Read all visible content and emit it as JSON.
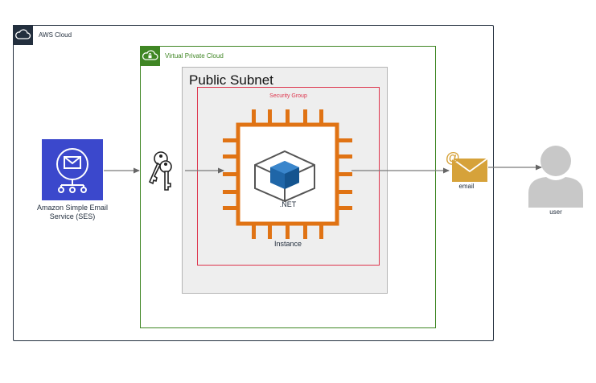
{
  "containers": {
    "aws_cloud": {
      "title": "AWS Cloud",
      "icon": "cloud-icon",
      "color": "#232f3e"
    },
    "vpc": {
      "title": "Virtual Private Cloud",
      "icon": "vpc-cloud-lock-icon",
      "color": "#3f8624"
    },
    "public_subnet": {
      "title": "Public Subnet",
      "fill": "#eeeeee"
    },
    "security_group": {
      "title": "Security Group",
      "color": "#dd344c"
    }
  },
  "nodes": {
    "ses": {
      "label": "Amazon Simple Email Service (SES)",
      "icon": "ses-email-icon",
      "color": "#3b48cc"
    },
    "keys": {
      "icon": "keys-icon"
    },
    "instance": {
      "label": "Instance",
      "sublabel": ".NET",
      "icon": "ec2-instance-chip-icon",
      "color": "#e07314"
    },
    "email": {
      "label": "email",
      "icon": "email-envelope-icon",
      "color": "#d6a23a"
    },
    "user": {
      "label": "user",
      "icon": "user-icon",
      "color": "#c8c8c8"
    }
  },
  "edges": [
    {
      "from": "ses",
      "to": "keys"
    },
    {
      "from": "keys",
      "to": "instance"
    },
    {
      "from": "instance",
      "to": "email"
    },
    {
      "from": "email",
      "to": "user"
    }
  ]
}
